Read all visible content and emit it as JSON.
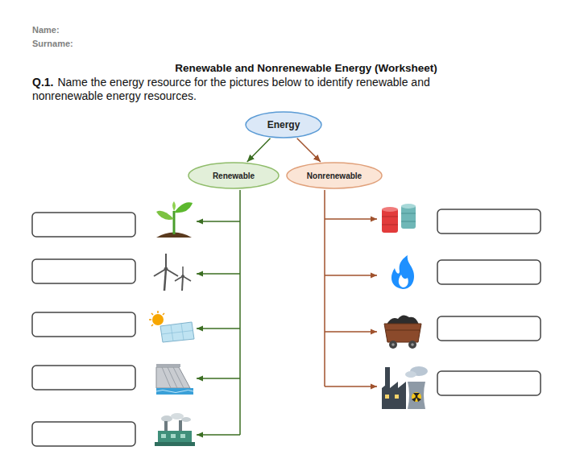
{
  "diagram": {
    "title": "Renewable and Nonrenewable Energy (Worksheet)",
    "nodes": [
      {
        "text": [
          "Energy"
        ]
      },
      {
        "text": [
          "Renewable"
        ]
      },
      {
        "text": [
          "Nonrenewable"
        ]
      }
    ],
    "edges": [
      {
        "from": 0,
        "to": 1,
        "arrow": "to"
      },
      {
        "from": 0,
        "to": 2,
        "arrow": "to"
      }
    ],
    "labels": [
      "Name:",
      "Surname:",
      "Q.1.",
      "Name the energy resource for the pictures below to identify renewable and nonrenewable energy resources."
    ]
  }
}
